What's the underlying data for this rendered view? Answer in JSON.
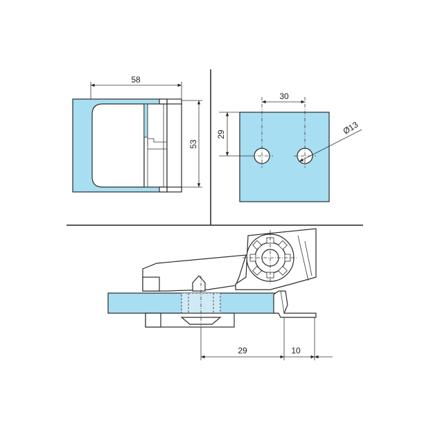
{
  "top_left_view": {
    "width_dimension": "58",
    "height_dimension": "53"
  },
  "top_right_view": {
    "hole_spacing_dimension": "30",
    "hole_offset_dimension": "29",
    "hole_diameter_label": "Ø13"
  },
  "bottom_view": {
    "dimension_left": "29",
    "dimension_right": "10"
  },
  "colors": {
    "glass": "#a8def2",
    "outline": "#2a2a2a"
  }
}
